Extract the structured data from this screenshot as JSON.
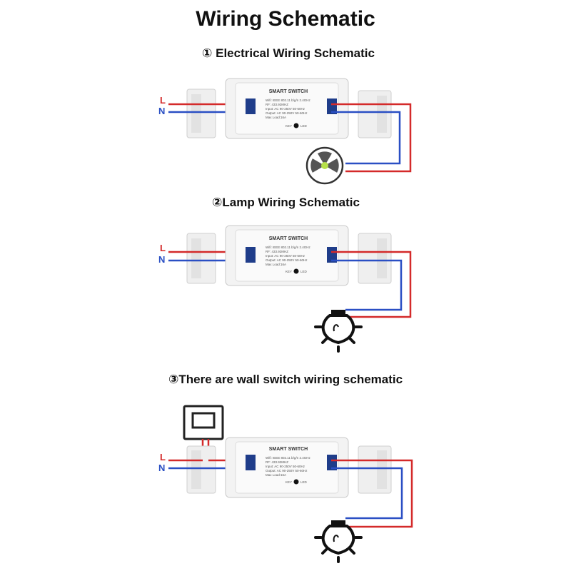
{
  "title": "Wiring Schematic",
  "sections": [
    {
      "heading": "① Electrical Wiring Schematic",
      "load": "fan-icon"
    },
    {
      "heading": "②Lamp Wiring Schematic",
      "load": "lamp-icon"
    },
    {
      "heading": "③There are wall switch wiring schematic",
      "load": "lamp-icon",
      "wall_switch": true
    }
  ],
  "wire_labels": {
    "live": "L",
    "neutral": "N"
  },
  "device": {
    "name": "SMART SWITCH",
    "input_tag": "Input",
    "output_tag": "Output",
    "specs": [
      "Wifi: IEEE 802.11 b/g/n 2.4GHz",
      "RF: 433.92MHZ",
      "Input: AC 90-250V 50-60Hz",
      "Output: AC 90-250V 50-60Hz",
      "Max Load:16A"
    ],
    "key_label": "KEY",
    "led_label": "LED"
  },
  "colors": {
    "live": "#d42a2a",
    "neutral": "#2a4fc4",
    "device": "#f1f1f1",
    "terminal": "#1f3d8a"
  }
}
